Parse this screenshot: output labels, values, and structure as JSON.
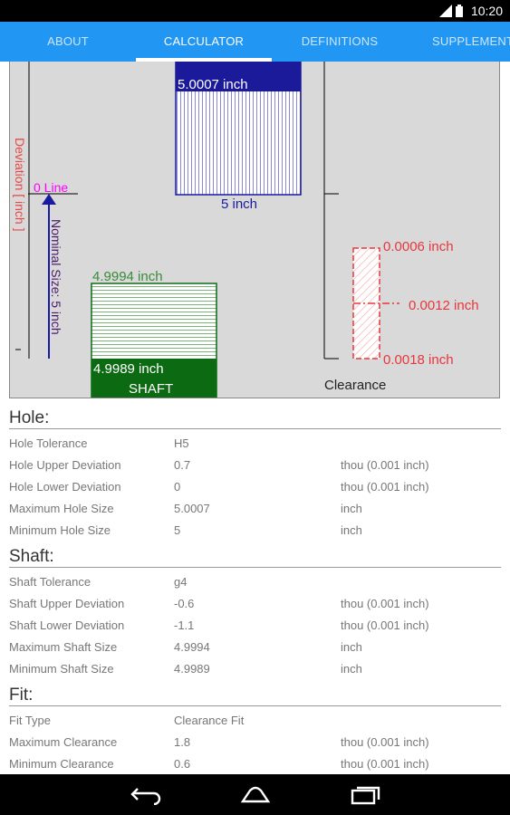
{
  "status_bar": {
    "time": "10:20"
  },
  "tabs": [
    {
      "label": "ABOUT"
    },
    {
      "label": "CALCULATOR"
    },
    {
      "label": "DEFINITIONS"
    },
    {
      "label": "SUPPLEMENT"
    }
  ],
  "diagram": {
    "deviation_label": "Deviation [ inch ]",
    "zero_line_label": "0 Line",
    "nominal_label": "Nominal Size: 5 inch",
    "hole_max": "5.0007 inch",
    "hole_min": "5 inch",
    "shaft_max": "4.9994 inch",
    "shaft_min": "4.9989 inch",
    "shaft_label": "SHAFT",
    "clearance_max": "0.0006 inch",
    "clearance_mid": "0.0012 inch",
    "clearance_min": "0.0018 inch",
    "clearance_label": "Clearance",
    "colors": {
      "hole": "#1a1aa0",
      "shaft": "#0c6b12",
      "zero": "#ff00ff",
      "clearance": "#e8363c",
      "deviation": "#e84848"
    }
  },
  "hole": {
    "title": "Hole:",
    "rows": [
      {
        "label": "Hole Tolerance",
        "value": "H5",
        "unit": ""
      },
      {
        "label": "Hole Upper Deviation",
        "value": "0.7",
        "unit": "thou (0.001 inch)"
      },
      {
        "label": "Hole Lower Deviation",
        "value": "0",
        "unit": "thou (0.001 inch)"
      },
      {
        "label": "Maximum Hole Size",
        "value": "5.0007",
        "unit": "inch"
      },
      {
        "label": "Minimum Hole Size",
        "value": "5",
        "unit": "inch"
      }
    ]
  },
  "shaft": {
    "title": "Shaft:",
    "rows": [
      {
        "label": "Shaft Tolerance",
        "value": "g4",
        "unit": ""
      },
      {
        "label": "Shaft Upper Deviation",
        "value": "-0.6",
        "unit": "thou (0.001 inch)"
      },
      {
        "label": "Shaft Lower Deviation",
        "value": "-1.1",
        "unit": "thou (0.001 inch)"
      },
      {
        "label": "Maximum Shaft Size",
        "value": "4.9994",
        "unit": "inch"
      },
      {
        "label": "Minimum Shaft Size",
        "value": "4.9989",
        "unit": "inch"
      }
    ]
  },
  "fit": {
    "title": "Fit:",
    "rows": [
      {
        "label": "Fit Type",
        "value": "Clearance Fit",
        "unit": ""
      },
      {
        "label": "Maximum Clearance",
        "value": "1.8",
        "unit": "thou (0.001 inch)"
      },
      {
        "label": "Minimum Clearance",
        "value": "0.6",
        "unit": "thou (0.001 inch)"
      }
    ]
  },
  "nav_icons": [
    "back-icon",
    "home-icon",
    "recents-icon"
  ]
}
